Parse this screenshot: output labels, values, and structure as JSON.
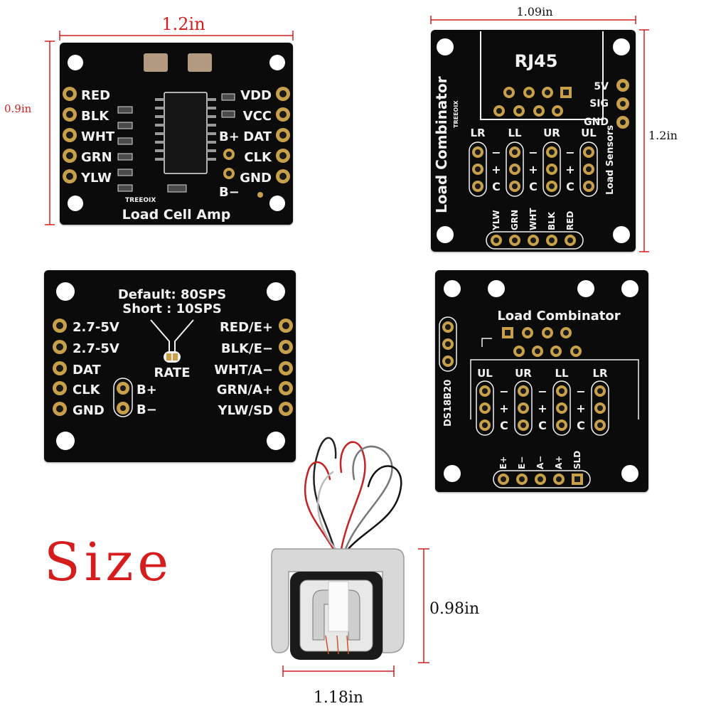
{
  "dimensions": {
    "hx711_width": "1.2in",
    "hx711_height": "0.9in",
    "rj45_width": "1.09in",
    "rj45_height": "1.2in",
    "cell_height": "0.98in",
    "cell_width": "1.18in"
  },
  "hx711_front": {
    "left_pins": [
      "RED",
      "BLK",
      "WHT",
      "GRN",
      "YLW"
    ],
    "right_pins": [
      "VDD",
      "VCC",
      "DAT",
      "CLK",
      "GND"
    ],
    "b_plus": "B+",
    "b_minus": "B−",
    "brand": "TREEOIX",
    "name": "Load Cell Amp"
  },
  "rj45_front": {
    "title": "RJ45",
    "side_title": "Load Combinator",
    "brand": "TREEOIX",
    "sig_pins": [
      "5V",
      "SIG",
      "GND"
    ],
    "groups": [
      "LR",
      "LL",
      "UR",
      "UL"
    ],
    "pin_rows": [
      "−",
      "+",
      "C"
    ],
    "side_label": "Load Sensors",
    "bottom_pins": [
      "YLW",
      "GRN",
      "WHT",
      "BLK",
      "RED"
    ]
  },
  "hx711_back": {
    "rate_line1": "Default: 80SPS",
    "rate_line2": "Short : 10SPS",
    "rate_label": "RATE",
    "left_pins": [
      "2.7-5V",
      "2.7-5V",
      "DAT",
      "CLK",
      "GND"
    ],
    "right_pins": [
      "RED/E+",
      "BLK/E−",
      "WHT/A−",
      "GRN/A+",
      "YLW/SD"
    ],
    "b_plus": "B+",
    "b_minus": "B−"
  },
  "combinator_back": {
    "title": "Load Combinator",
    "side_label": "DS18B20",
    "groups": [
      "UL",
      "UR",
      "LL",
      "LR"
    ],
    "pin_rows": [
      "−",
      "+",
      "C"
    ],
    "bottom_pins": [
      "E+",
      "E−",
      "A−",
      "A+",
      "SLD"
    ]
  },
  "size_label": "Size",
  "colors": {
    "pcb": "#0b0b0b",
    "silkscreen": "#f2f2f2",
    "pad": "#c9a04a",
    "dimension_line": "#d61d1d"
  }
}
